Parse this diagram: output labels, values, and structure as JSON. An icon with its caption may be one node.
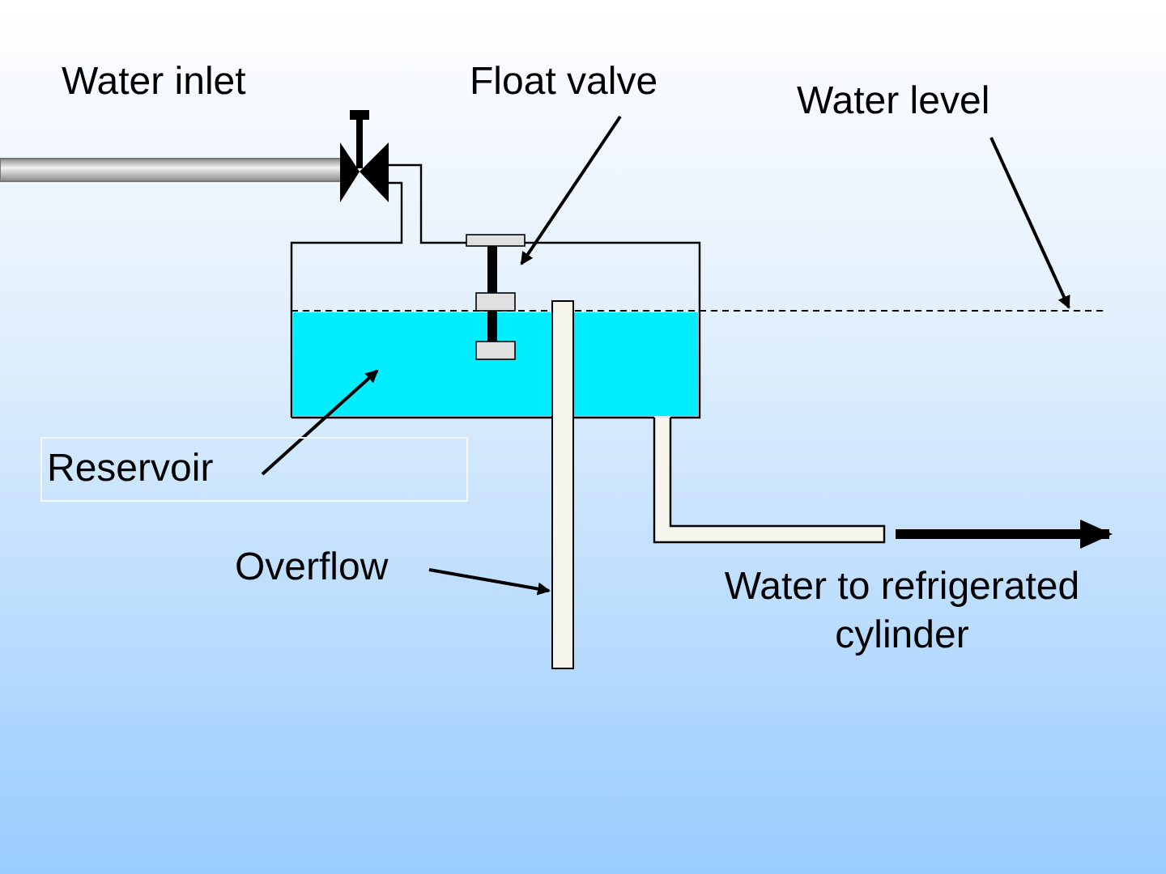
{
  "diagram": {
    "nodes": [
      {
        "text": [
          "Float valve"
        ]
      },
      {
        "text": [],
        "shape": "box"
      },
      {
        "text": [
          "Water level"
        ]
      },
      {
        "text": [],
        "shape": "line"
      },
      {
        "text": [
          "Reservoir"
        ]
      },
      {
        "text": [],
        "shape": "box"
      },
      {
        "text": [
          "Overflow"
        ]
      },
      {
        "text": [],
        "shape": "bar"
      }
    ],
    "edges": [
      {
        "from": 0,
        "to": 1,
        "arrow": "to"
      },
      {
        "from": 2,
        "to": 3,
        "arrow": "to"
      },
      {
        "from": 4,
        "to": 5,
        "arrow": "to"
      },
      {
        "from": 6,
        "to": 7,
        "arrow": "to"
      }
    ],
    "labels": [
      "Water inlet",
      "Water to refrigerated cylinder"
    ]
  }
}
